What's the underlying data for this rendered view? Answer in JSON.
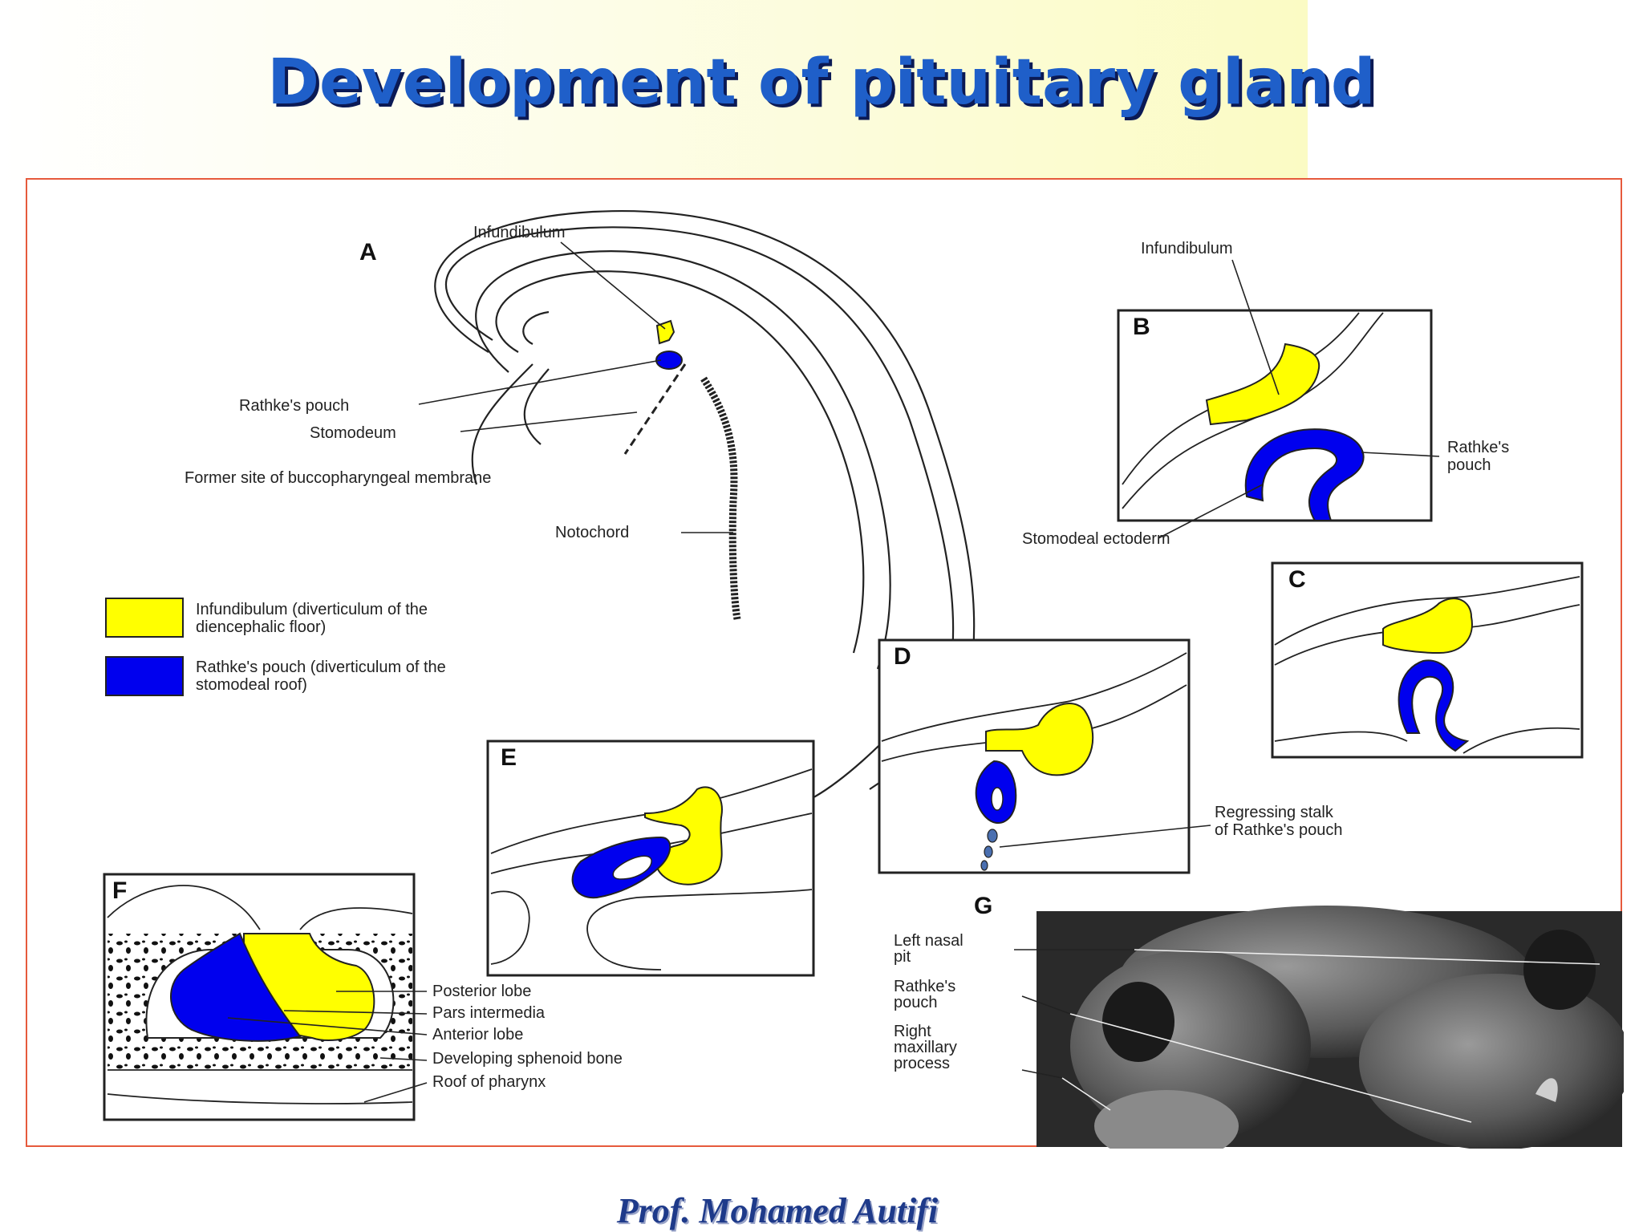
{
  "title": "Development of pituitary gland",
  "footer": "Prof. Mohamed Autifi",
  "colors": {
    "infundibulum": "#ffff00",
    "rathke": "#0000ee",
    "title": "#1f5fc9",
    "border": "#e65a3c"
  },
  "panelA": {
    "letter": "A",
    "labels": {
      "infundibulum": "Infundibulum",
      "rathke": "Rathke's pouch",
      "stomodeum": "Stomodeum",
      "membrane": "Former site of buccopharyngeal membrane",
      "notochord": "Notochord"
    }
  },
  "legend": {
    "yellow": [
      "Infundibulum (diverticulum of the",
      "diencephalic floor)"
    ],
    "blue": [
      "Rathke's pouch (diverticulum of the",
      "stomodeal roof)"
    ]
  },
  "panelB": {
    "letter": "B",
    "labels": {
      "infundibulum": "Infundibulum",
      "rathke": [
        "Rathke's",
        "pouch"
      ],
      "ectoderm": "Stomodeal ectoderm"
    }
  },
  "panelC": {
    "letter": "C"
  },
  "panelD": {
    "letter": "D",
    "labels": {
      "stalk": [
        "Regressing stalk",
        "of Rathke's pouch"
      ]
    }
  },
  "panelE": {
    "letter": "E"
  },
  "panelF": {
    "letter": "F",
    "labels": {
      "posterior": "Posterior lobe",
      "intermedia": "Pars intermedia",
      "anterior": "Anterior lobe",
      "sphenoid": "Developing sphenoid bone",
      "pharynx": "Roof of pharynx"
    }
  },
  "panelG": {
    "letter": "G",
    "labels": {
      "nasal": [
        "Left nasal",
        "pit"
      ],
      "rathke": [
        "Rathke's",
        "pouch"
      ],
      "maxillary": [
        "Right",
        "maxillary",
        "process"
      ]
    }
  }
}
